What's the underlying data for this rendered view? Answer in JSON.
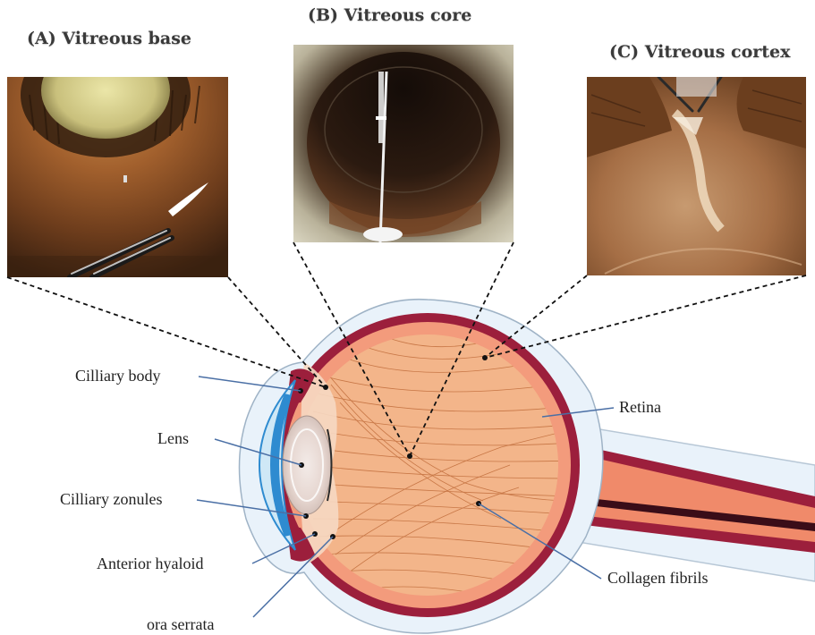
{
  "panels": {
    "a": {
      "title": "(A) Vitreous base"
    },
    "b": {
      "title": "(B) Vitreous core"
    },
    "c": {
      "title": "(C) Vitreous cortex"
    }
  },
  "labels": {
    "ciliary_body": "Cilliary body",
    "lens": "Lens",
    "ciliary_zonules": "Cilliary zonules",
    "anterior_hyaloid": "Anterior hyaloid",
    "ora_serrata": "ora serrata",
    "retina": "Retina",
    "collagen_fibrils": "Collagen fibrils"
  },
  "colors": {
    "sclera": "#e9f2fa",
    "choroid": "#9c1f3c",
    "vitreous": "#f3b58a",
    "fibril": "#b9622f",
    "pointer_line": "#4a6fa5",
    "dashed_line": "#111111",
    "cornea_blue": "#2e8bd0",
    "lens": "#e7d7d2"
  }
}
